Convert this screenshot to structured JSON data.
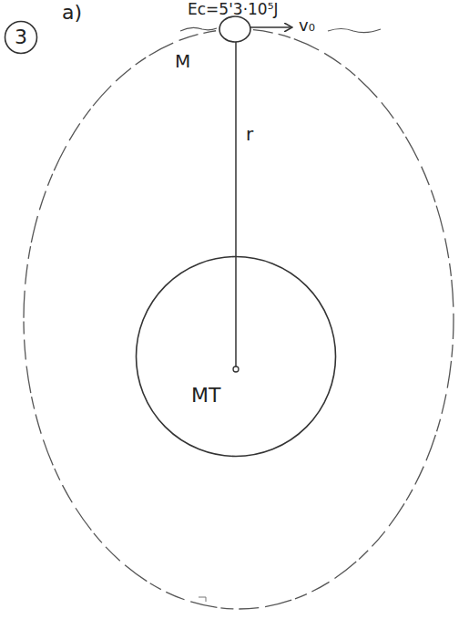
{
  "diagram": {
    "nodes": [
      {
        "text": [
          "3"
        ]
      },
      {
        "text": [
          "MT"
        ]
      }
    ],
    "labels": [
      "a)",
      "Ec=5'3·10⁵J",
      "v₀",
      "M",
      "r"
    ]
  }
}
